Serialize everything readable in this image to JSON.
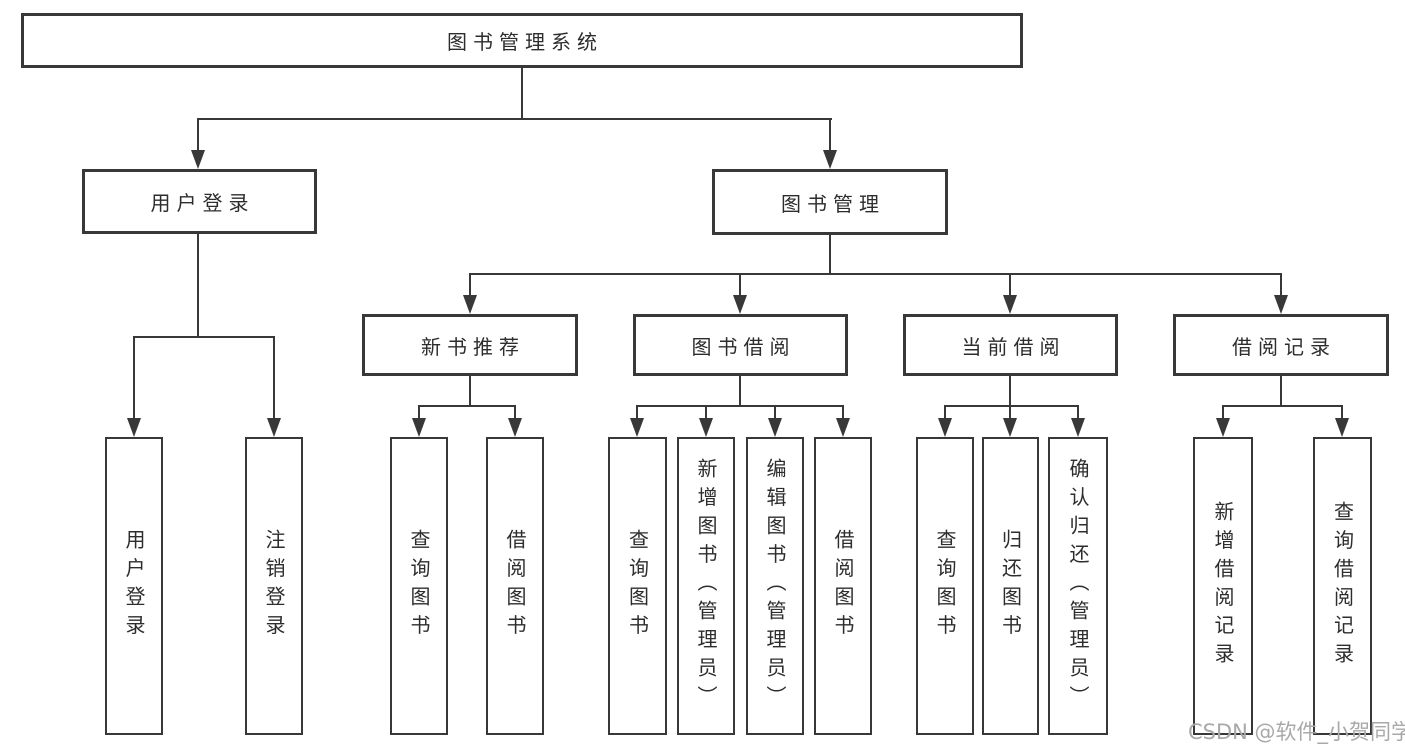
{
  "diagram": {
    "colors": {
      "line": "#383838",
      "text": "#2d2d2d",
      "background": "#ffffff",
      "watermark": "#a9a9a9"
    },
    "watermark": {
      "text": "CSDN @软件_小贺同学"
    },
    "root": {
      "label": "图书管理系统",
      "children": [
        {
          "label": "用户登录",
          "children": [
            {
              "label": "用户登录"
            },
            {
              "label": "注销登录"
            }
          ]
        },
        {
          "label": "图书管理",
          "children": [
            {
              "label": "新书推荐",
              "children": [
                {
                  "label": "查询图书"
                },
                {
                  "label": "借阅图书"
                }
              ]
            },
            {
              "label": "图书借阅",
              "children": [
                {
                  "label": "查询图书"
                },
                {
                  "label": "新增图书（管理员）"
                },
                {
                  "label": "编辑图书（管理员）"
                },
                {
                  "label": "借阅图书"
                }
              ]
            },
            {
              "label": "当前借阅",
              "children": [
                {
                  "label": "查询图书"
                },
                {
                  "label": "归还图书"
                },
                {
                  "label": "确认归还（管理员）"
                }
              ]
            },
            {
              "label": "借阅记录",
              "children": [
                {
                  "label": "新增借阅记录"
                },
                {
                  "label": "查询借阅记录"
                }
              ]
            }
          ]
        }
      ]
    }
  }
}
